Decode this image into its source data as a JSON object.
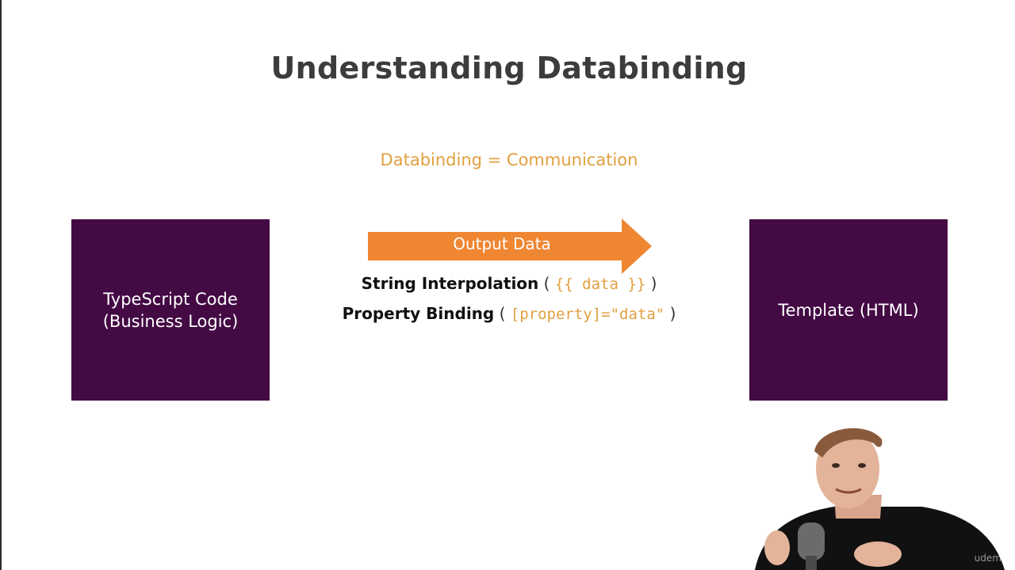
{
  "slide": {
    "title": "Understanding Databinding",
    "subtitle": "Databinding = Communication",
    "left_box": {
      "line1": "TypeScript Code",
      "line2": "(Business Logic)"
    },
    "right_box": {
      "label": "Template (HTML)"
    },
    "arrow": {
      "label": "Output Data"
    },
    "bindings": [
      {
        "name": "String Interpolation",
        "open": "(",
        "syntax": "{{ data }}",
        "close": ")"
      },
      {
        "name": "Property Binding",
        "open": "(",
        "syntax": "[property]=\"data\"",
        "close": ")"
      }
    ]
  },
  "watermark": "udemy",
  "colors": {
    "box_fill": "#430a44",
    "accent_orange": "#ef8631",
    "subtitle_color": "#e0a040",
    "title_color": "#3c3c3c"
  }
}
